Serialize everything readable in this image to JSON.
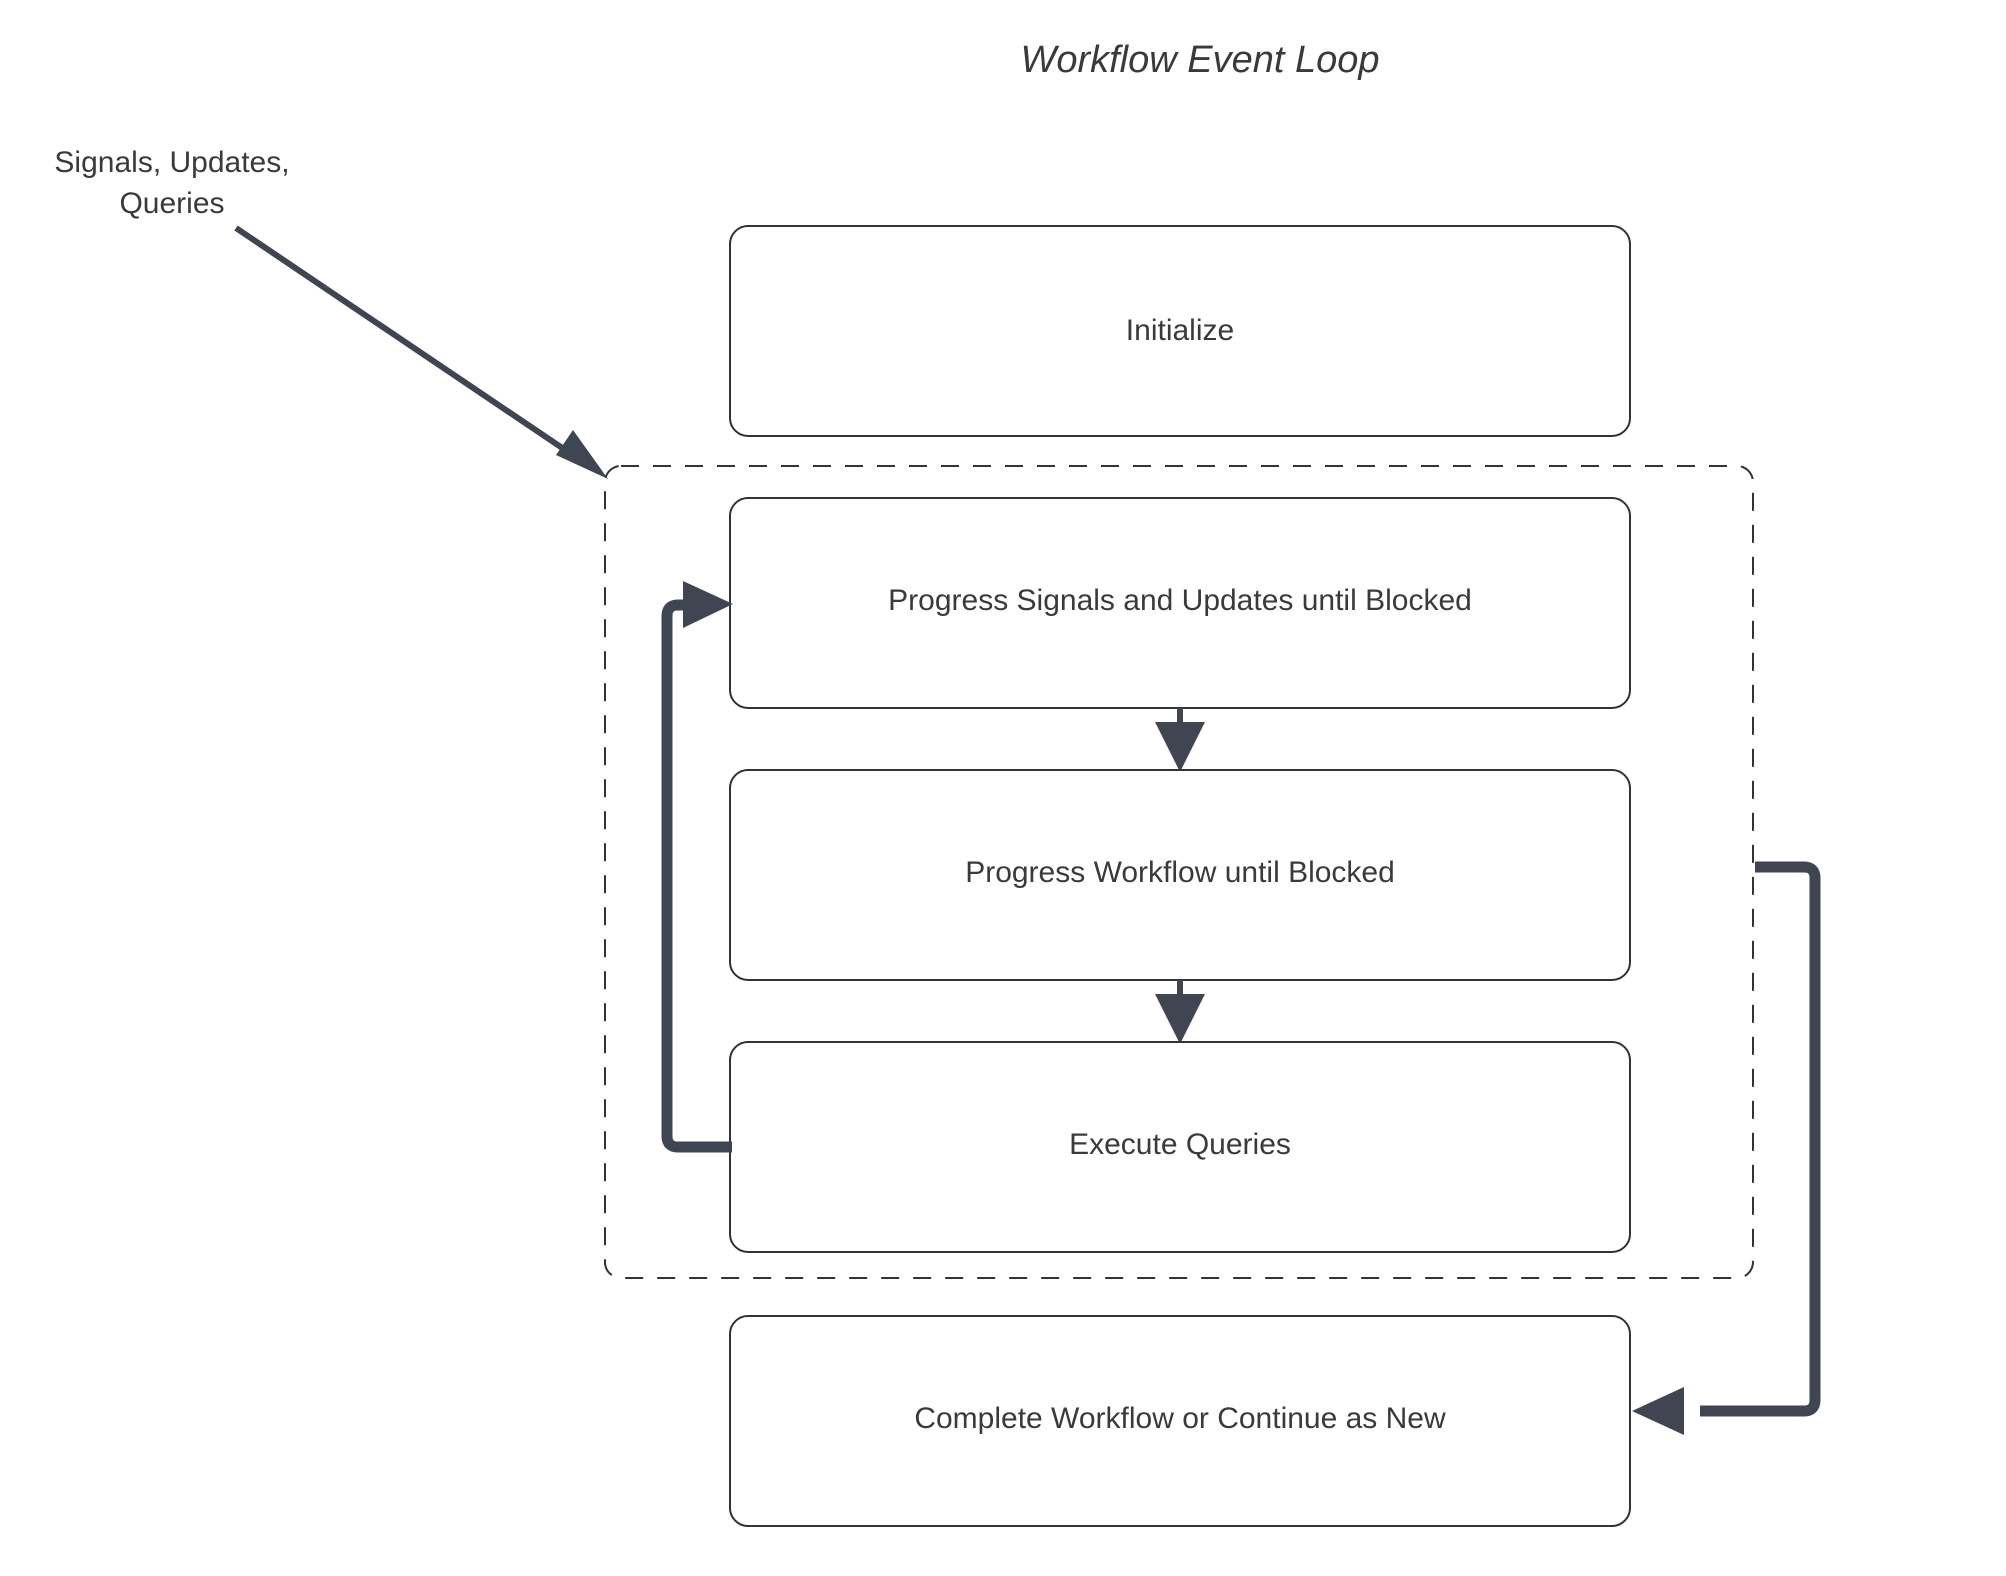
{
  "diagram": {
    "title": "Workflow Event Loop",
    "background_color": "#ffffff",
    "node_border_color": "#333333",
    "node_fill_color": "#ffffff",
    "text_color": "#3a3a3a",
    "edge_color": "#3f4551",
    "external_label": {
      "line1": "Signals, Updates,",
      "line2": "Queries"
    },
    "nodes": {
      "initialize": {
        "label": "Initialize"
      },
      "progress_signals": {
        "label": "Progress Signals and Updates until Blocked"
      },
      "progress_workflow": {
        "label": "Progress Workflow until Blocked"
      },
      "execute_queries": {
        "label": "Execute Queries"
      },
      "complete_workflow": {
        "label": "Complete Workflow or Continue as New"
      }
    },
    "group": {
      "name": "event-loop-group",
      "style": "dashed"
    },
    "edges": [
      {
        "name": "signals-to-loop",
        "from": "Signals, Updates, Queries",
        "to": "event-loop-group",
        "style": "solid-arrow"
      },
      {
        "name": "signals-to-workflow",
        "from": "Progress Signals and Updates until Blocked",
        "to": "Progress Workflow until Blocked",
        "style": "solid-arrow"
      },
      {
        "name": "workflow-to-queries",
        "from": "Progress Workflow until Blocked",
        "to": "Execute Queries",
        "style": "solid-arrow"
      },
      {
        "name": "queries-loop-back",
        "from": "Execute Queries",
        "to": "Progress Signals and Updates until Blocked",
        "style": "thick-arrow"
      },
      {
        "name": "loop-to-complete",
        "from": "event-loop-group",
        "to": "Complete Workflow or Continue as New",
        "style": "thick-arrow"
      }
    ]
  }
}
